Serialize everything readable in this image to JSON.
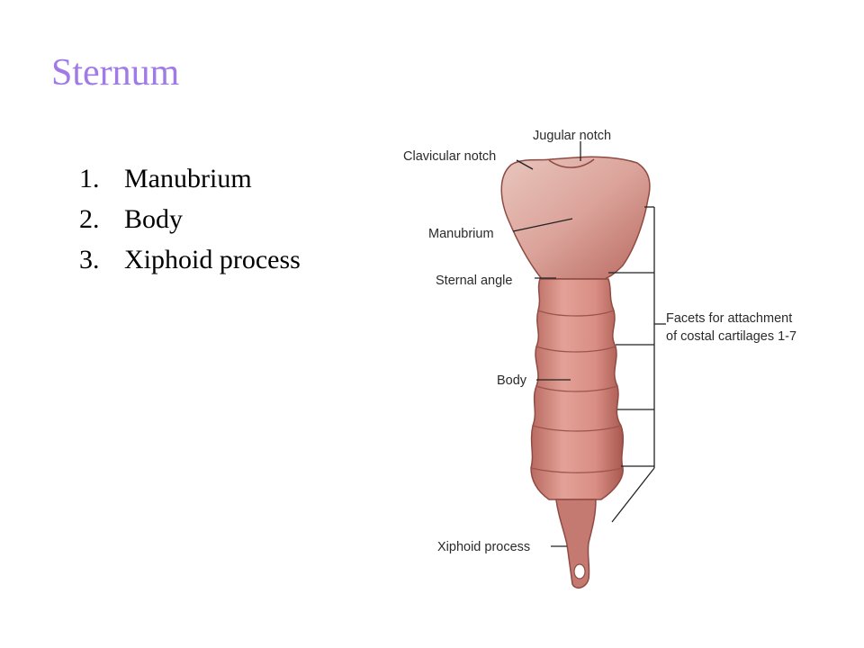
{
  "title": "Sternum",
  "parts": [
    {
      "number": "1.",
      "label": "Manubrium"
    },
    {
      "number": "2.",
      "label": "Body"
    },
    {
      "number": "3.",
      "label": "Xiphoid process"
    }
  ],
  "figure_labels": {
    "jugular_notch": "Jugular notch",
    "clavicular_notch": "Clavicular notch",
    "manubrium": "Manubrium",
    "sternal_angle": "Sternal angle",
    "facets_line1": "Facets for attachment",
    "facets_line2": "of costal cartilages 1-7",
    "body": "Body",
    "xiphoid_process": "Xiphoid process"
  },
  "colors": {
    "title": "#a07ae6",
    "bone": "#d98e84",
    "bone_dark": "#a8584f"
  }
}
